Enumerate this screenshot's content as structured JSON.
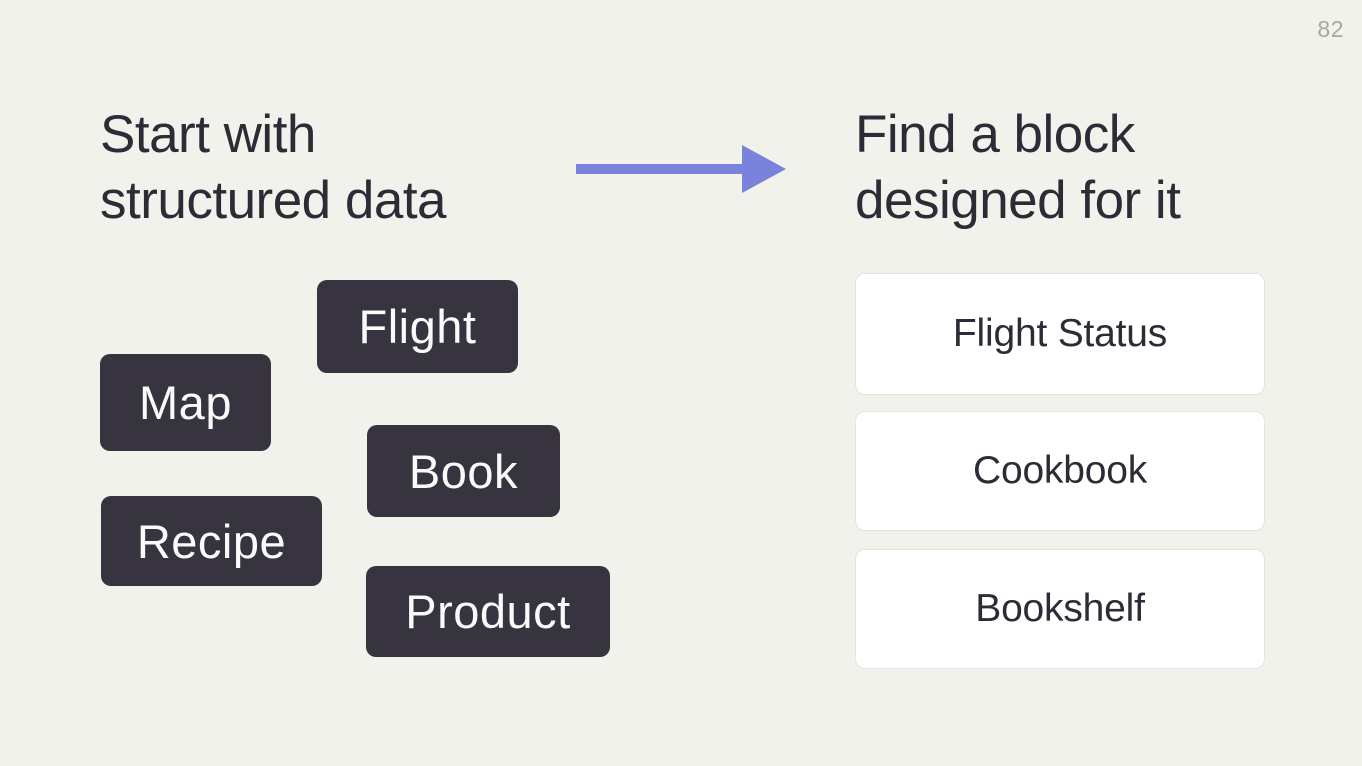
{
  "page": {
    "number": "82"
  },
  "left": {
    "heading_line1": "Start with",
    "heading_line2": "structured data",
    "tags": [
      {
        "label": "Flight"
      },
      {
        "label": "Map"
      },
      {
        "label": "Book"
      },
      {
        "label": "Recipe"
      },
      {
        "label": "Product"
      }
    ]
  },
  "right": {
    "heading_line1": "Find a block",
    "heading_line2": "designed for it",
    "cards": [
      {
        "label": "Flight Status"
      },
      {
        "label": "Cookbook"
      },
      {
        "label": "Bookshelf"
      }
    ]
  },
  "icons": {
    "arrow": "arrow-right-icon"
  },
  "colors": {
    "bg": "#f1f2ec",
    "ink": "#2d2b36",
    "tag-bg": "#37343f",
    "tag-ink": "#fafafa",
    "card-bg": "#ffffff",
    "card-border": "#e3e5e0",
    "accent": "#7b82dc",
    "muted": "#a6a8a1"
  }
}
